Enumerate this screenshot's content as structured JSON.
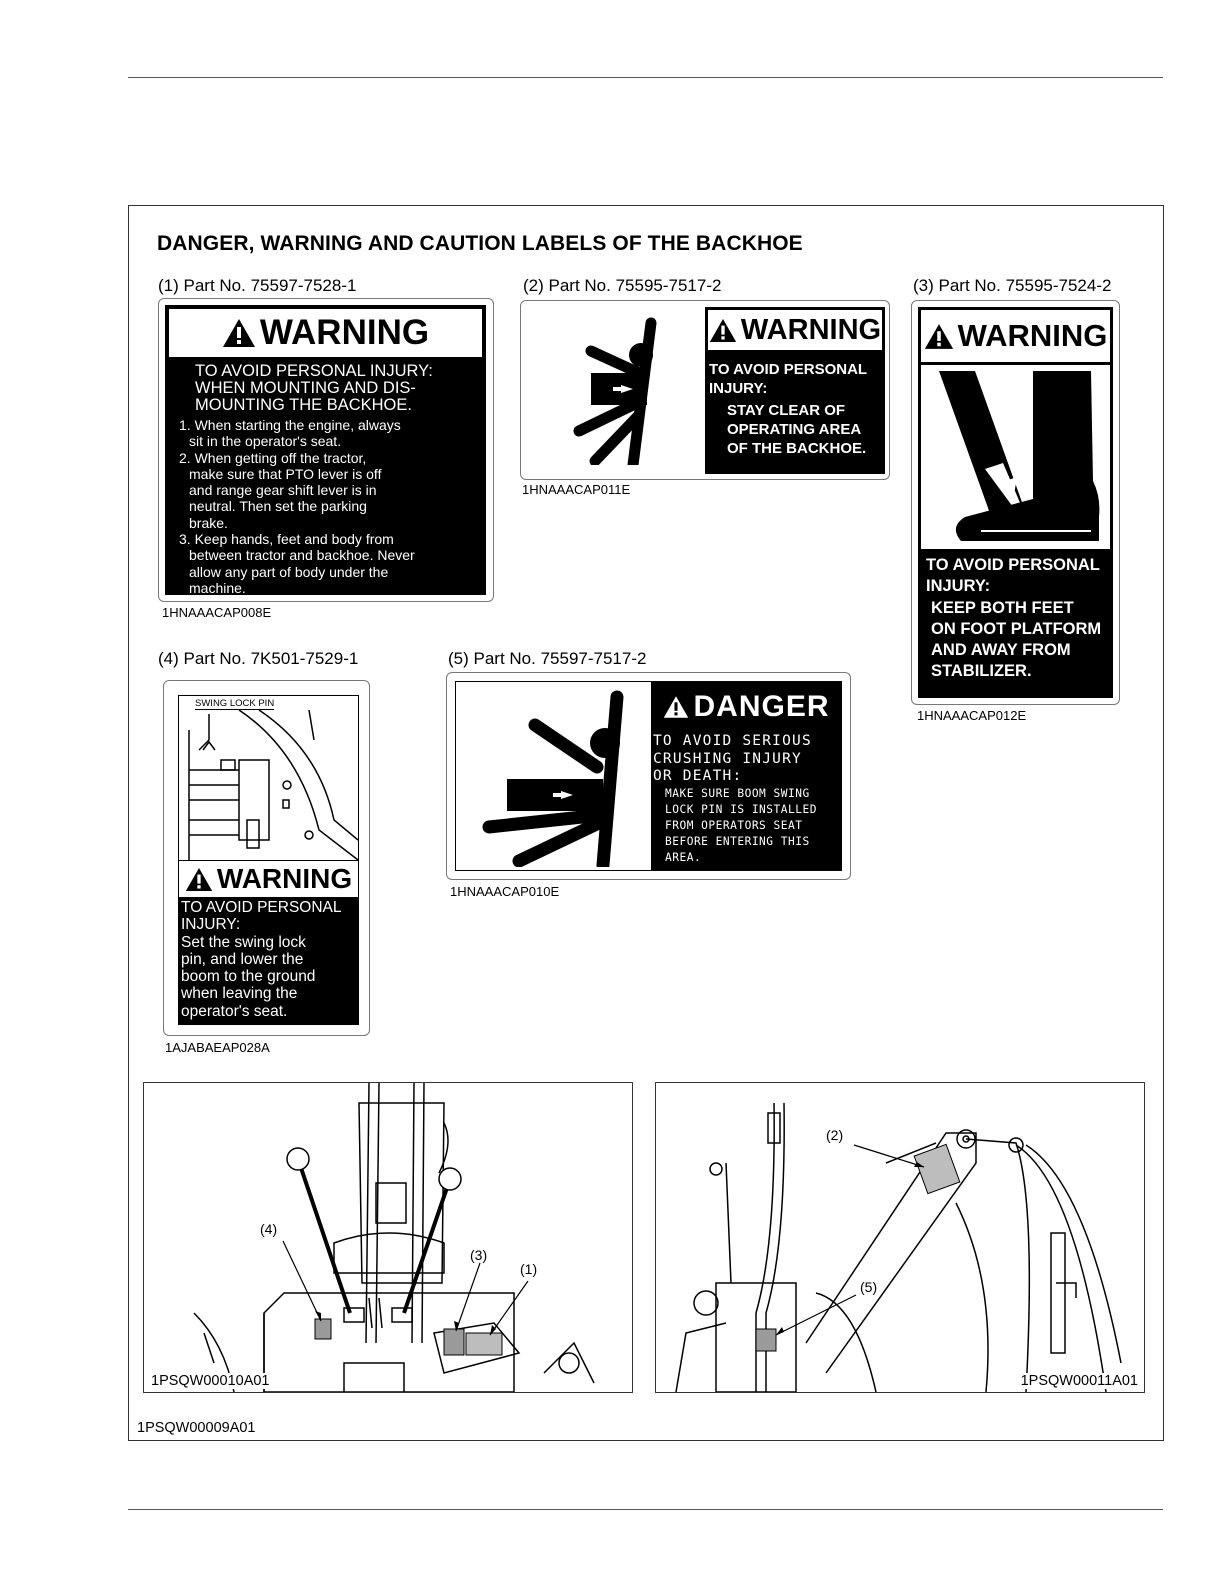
{
  "page": {
    "title": "DANGER, WARNING AND CAUTION LABELS OF THE BACKHOE",
    "figure_code": "1PSQW00009A01"
  },
  "labels": [
    {
      "part": "(1) Part No. 75597-7528-1",
      "code": "1HNAAACAP008E",
      "header": "WARNING",
      "lead": [
        "TO AVOID PERSONAL INJURY:",
        "WHEN MOUNTING AND DIS-",
        "MOUNTING THE BACKHOE."
      ],
      "items": [
        "1. When starting the engine, always",
        "sit in the operator's seat.",
        "2. When getting off the tractor,",
        "make sure that PTO lever is off",
        "and range gear shift lever is in",
        "neutral. Then set the parking",
        "brake.",
        "3. Keep hands, feet and body from",
        "between tractor and backhoe. Never",
        "allow any part of body under the",
        "machine."
      ]
    },
    {
      "part": "(2) Part No. 75595-7517-2",
      "code": "1HNAAACAP011E",
      "header": "WARNING",
      "lead": [
        "TO AVOID PERSONAL",
        "INJURY:"
      ],
      "items": [
        "STAY CLEAR OF",
        "OPERATING AREA",
        "OF THE BACKHOE."
      ]
    },
    {
      "part": "(3) Part No. 75595-7524-2",
      "code": "1HNAAACAP012E",
      "header": "WARNING",
      "lead": [
        "TO AVOID PERSONAL",
        "INJURY:"
      ],
      "items": [
        "KEEP BOTH FEET",
        "ON FOOT PLATFORM",
        "AND AWAY FROM",
        "STABILIZER."
      ]
    },
    {
      "part": "(4) Part No. 7K501-7529-1",
      "code": "1AJABAEAP028A",
      "caption": "SWING LOCK PIN",
      "header": "WARNING",
      "lead": [
        "TO AVOID PERSONAL",
        "INJURY:"
      ],
      "items": [
        "Set the swing lock",
        "pin, and lower the",
        "boom to the ground",
        "when leaving the",
        "operator's seat."
      ]
    },
    {
      "part": "(5) Part No. 75597-7517-2",
      "code": "1HNAAACAP010E",
      "header": "DANGER",
      "lead": [
        "TO AVOID SERIOUS",
        "CRUSHING INJURY",
        "OR DEATH:"
      ],
      "items": [
        "MAKE SURE BOOM SWING",
        "LOCK PIN IS INSTALLED",
        "FROM OPERATORS SEAT",
        "BEFORE ENTERING THIS",
        "AREA."
      ]
    }
  ],
  "figures": [
    {
      "code": "1PSQW00010A01",
      "callouts": [
        "(4)",
        "(3)",
        "(1)"
      ]
    },
    {
      "code": "1PSQW00011A01",
      "callouts": [
        "(2)",
        "(5)"
      ]
    }
  ]
}
